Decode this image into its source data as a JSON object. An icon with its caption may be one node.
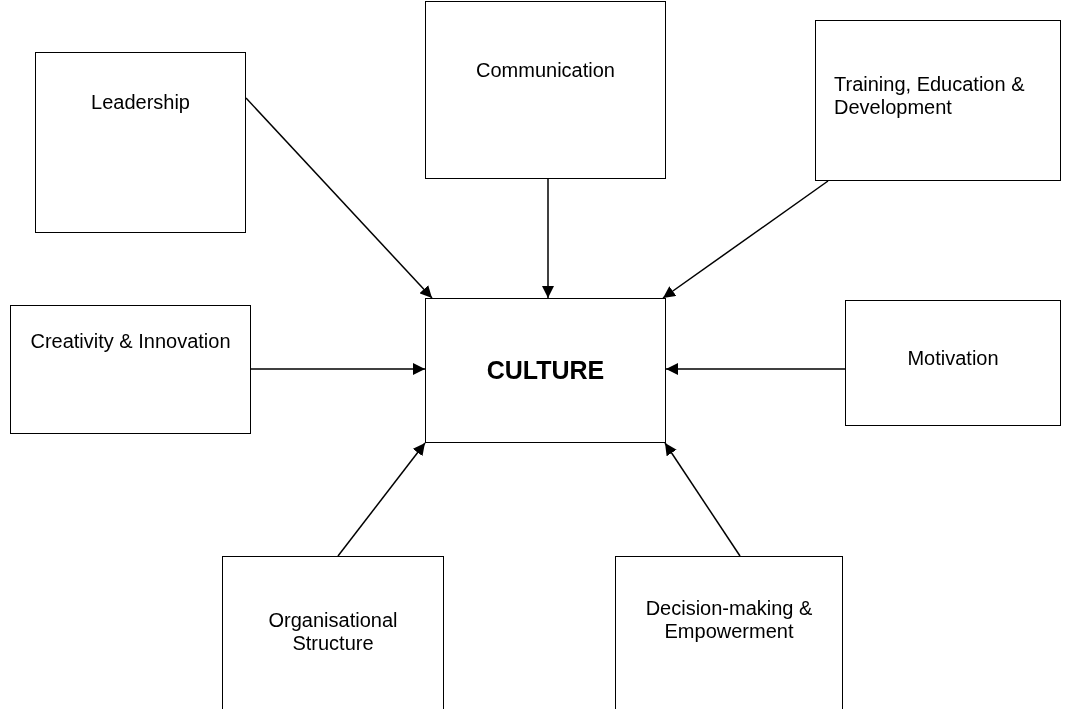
{
  "diagram": {
    "nodes": [
      {
        "text": [
          "Leadership"
        ]
      },
      {
        "text": [
          "Communication"
        ]
      },
      {
        "text": [
          "Training, Education & Development"
        ]
      },
      {
        "text": [
          "Creativity & Innovation"
        ]
      },
      {
        "text": [
          "CULTURE"
        ]
      },
      {
        "text": [
          "Motivation"
        ]
      },
      {
        "text": [
          "Organisational Structure"
        ]
      },
      {
        "text": [
          "Decision-making & Empowerment"
        ]
      }
    ],
    "edges": [
      {
        "from": 0,
        "to": 4,
        "arrow": "to"
      },
      {
        "from": 1,
        "to": 4,
        "arrow": "to"
      },
      {
        "from": 2,
        "to": 4,
        "arrow": "to"
      },
      {
        "from": 3,
        "to": 4,
        "arrow": "to"
      },
      {
        "from": 5,
        "to": 4,
        "arrow": "to"
      },
      {
        "from": 6,
        "to": 4,
        "arrow": "to"
      },
      {
        "from": 7,
        "to": 4,
        "arrow": "to"
      }
    ]
  }
}
